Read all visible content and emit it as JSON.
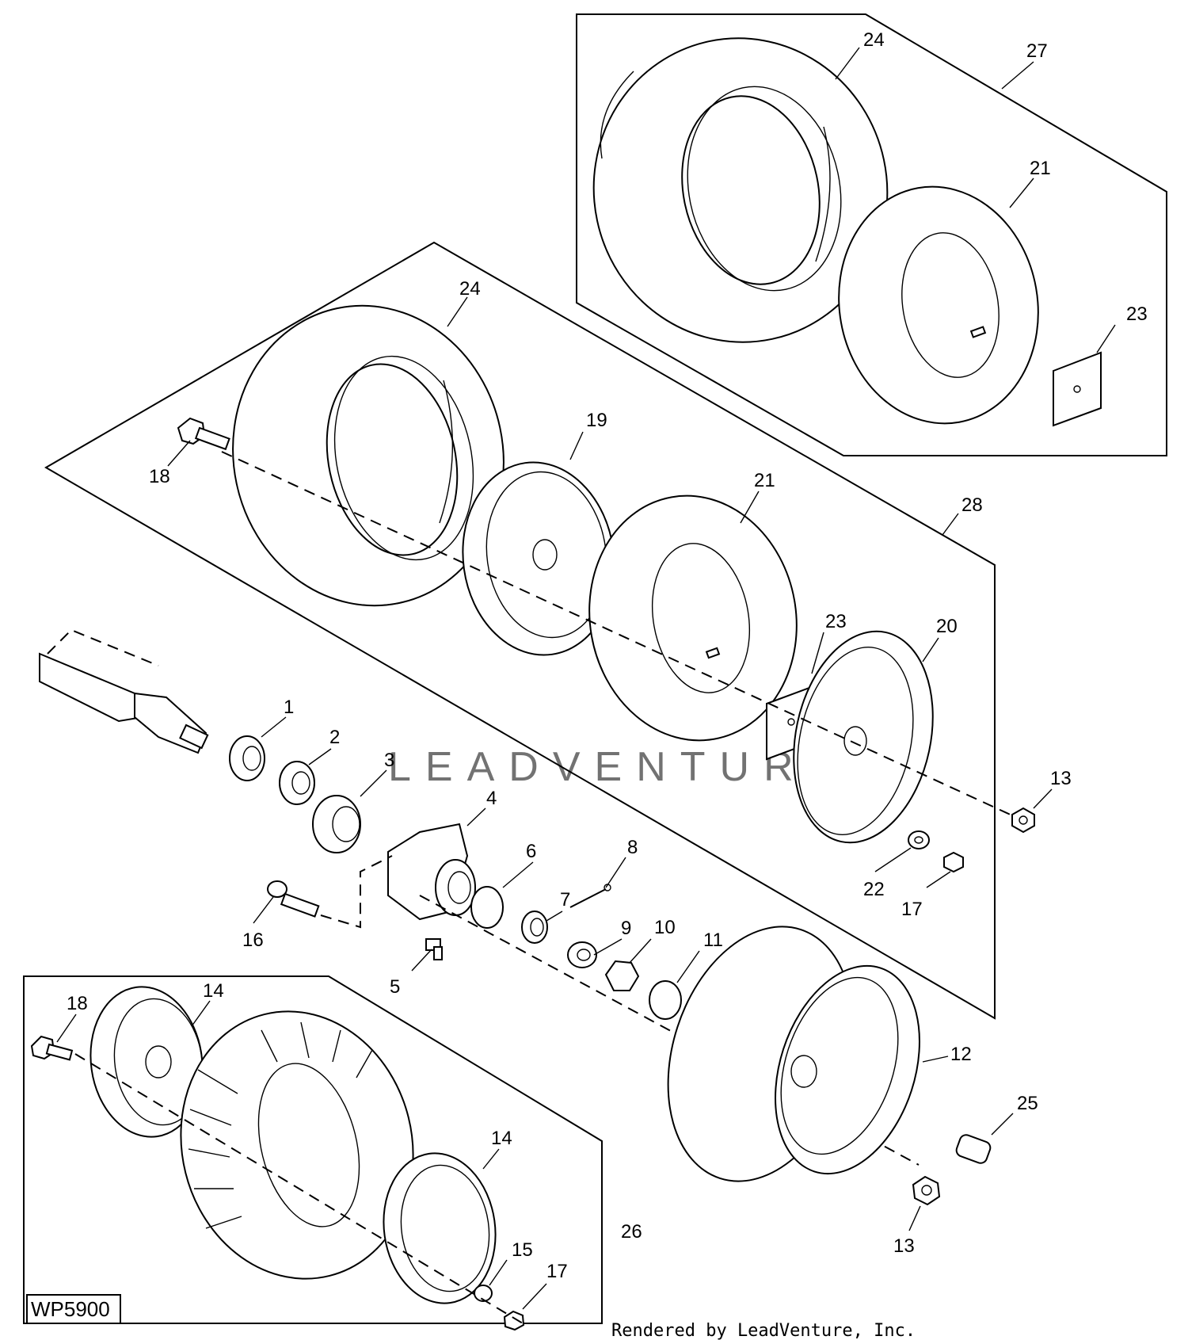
{
  "diagram_code": "WP5900",
  "credit": "Rendered by LeadVenture, Inc.",
  "watermark": "LEADVENTURE",
  "callouts": [
    {
      "id": "c1",
      "text": "1"
    },
    {
      "id": "c2",
      "text": "2"
    },
    {
      "id": "c3",
      "text": "3"
    },
    {
      "id": "c4",
      "text": "4"
    },
    {
      "id": "c5",
      "text": "5"
    },
    {
      "id": "c6",
      "text": "6"
    },
    {
      "id": "c7",
      "text": "7"
    },
    {
      "id": "c8",
      "text": "8"
    },
    {
      "id": "c9",
      "text": "9"
    },
    {
      "id": "c10",
      "text": "10"
    },
    {
      "id": "c11",
      "text": "11"
    },
    {
      "id": "c12",
      "text": "12"
    },
    {
      "id": "c13a",
      "text": "13"
    },
    {
      "id": "c13b",
      "text": "13"
    },
    {
      "id": "c14a",
      "text": "14"
    },
    {
      "id": "c14b",
      "text": "14"
    },
    {
      "id": "c15",
      "text": "15"
    },
    {
      "id": "c16",
      "text": "16"
    },
    {
      "id": "c17a",
      "text": "17"
    },
    {
      "id": "c17b",
      "text": "17"
    },
    {
      "id": "c18a",
      "text": "18"
    },
    {
      "id": "c18b",
      "text": "18"
    },
    {
      "id": "c19",
      "text": "19"
    },
    {
      "id": "c20",
      "text": "20"
    },
    {
      "id": "c21a",
      "text": "21"
    },
    {
      "id": "c21b",
      "text": "21"
    },
    {
      "id": "c22",
      "text": "22"
    },
    {
      "id": "c23a",
      "text": "23"
    },
    {
      "id": "c23b",
      "text": "23"
    },
    {
      "id": "c24a",
      "text": "24"
    },
    {
      "id": "c24b",
      "text": "24"
    },
    {
      "id": "c25",
      "text": "25"
    },
    {
      "id": "c26",
      "text": "26"
    },
    {
      "id": "c27",
      "text": "27"
    },
    {
      "id": "c28",
      "text": "28"
    }
  ]
}
